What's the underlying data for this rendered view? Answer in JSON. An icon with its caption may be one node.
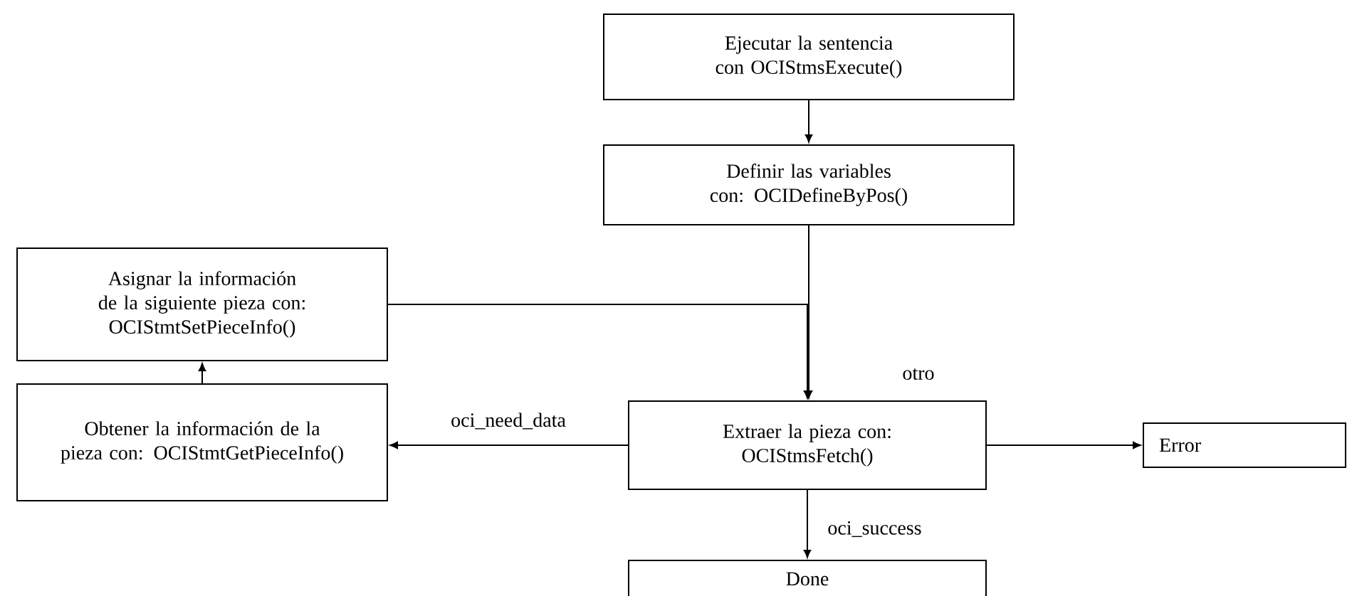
{
  "diagram": {
    "nodes": [
      {
        "text": [
          "Ejecutar la sentencia con OCIStmsExecute()"
        ]
      },
      {
        "text": [
          "Definir las variables con: OCIDefineByPos()"
        ]
      },
      {
        "text": [
          "Asignar la información de la siguiente pieza con: OCIStmtSetPieceInfo()"
        ]
      },
      {
        "text": [
          "Obtener la información de la pieza con: OCIStmtGetPieceInfo()"
        ]
      },
      {
        "text": [
          "Extraer la pieza con: OCIStmsFetch()"
        ]
      },
      {
        "text": [
          "Error"
        ]
      },
      {
        "text": [
          "Done"
        ]
      }
    ],
    "edges": [
      {
        "from": 0,
        "to": 1,
        "arrow": "to"
      },
      {
        "from": 1,
        "to": 4,
        "arrow": "to"
      },
      {
        "from": 2,
        "to": 4,
        "arrow": "to"
      },
      {
        "from": 4,
        "to": 3,
        "arrow": "to",
        "label": "oci_need_data"
      },
      {
        "from": 3,
        "to": 2,
        "arrow": "to"
      },
      {
        "from": 4,
        "to": 5,
        "arrow": "to",
        "label": "otro"
      },
      {
        "from": 4,
        "to": 6,
        "arrow": "to",
        "label": "oci_success"
      }
    ]
  }
}
